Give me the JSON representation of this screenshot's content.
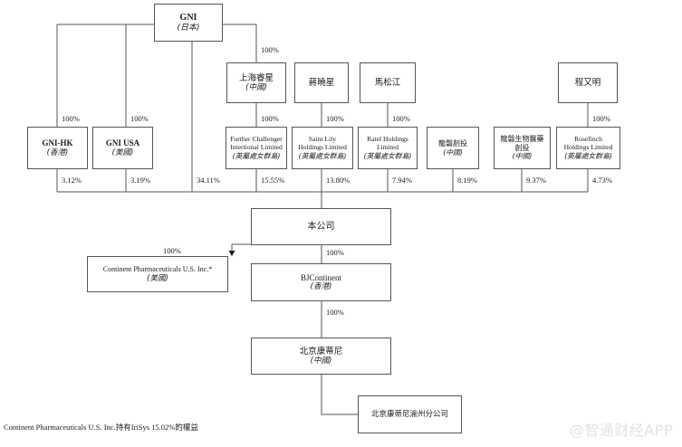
{
  "diagram": {
    "title": "Corporate shareholding structure chart",
    "line_color": "#55565a",
    "text_color": "#1b1b1b",
    "background": "#ffffff"
  },
  "nodes": {
    "gni": {
      "name": "GNI",
      "location": "(日本)"
    },
    "gni_hk": {
      "name": "GNI-HK",
      "location": "(香港)"
    },
    "gni_usa": {
      "name": "GNI USA",
      "location": "(美國)"
    },
    "shanghai_ruixing": {
      "name": "上海睿星",
      "location": "(中國)"
    },
    "jiang_xiaoxing": {
      "name": "蔣曉星",
      "location": ""
    },
    "ma_songjiang": {
      "name": "馬松江",
      "location": ""
    },
    "cheng_youming": {
      "name": "程又明",
      "location": ""
    },
    "further_challenger": {
      "line1": "Further Challenger",
      "line2": "Intertional Limited",
      "location": "(英屬處女群島)"
    },
    "saint_lily": {
      "line1": "Saint Lily",
      "line2": "Holdings Limited",
      "location": "(英屬處女群島)"
    },
    "ratel": {
      "line1": "Ratel Holdings",
      "line2": "Limited",
      "location": "(英屬處女群島)"
    },
    "longpan_chuangtou": {
      "name": "龍磐創投",
      "location": "(中國)"
    },
    "longpan_bio": {
      "line1": "龍磐生物醫藥",
      "line2": "創投",
      "location": "(中國)"
    },
    "rosefinch": {
      "line1": "Rosefinch",
      "line2": "Holdings Limited",
      "location": "(英屬處女群島)"
    },
    "company": {
      "name": "本公司",
      "location": ""
    },
    "continent_us": {
      "name": "Continent Pharmaceuticals U.S. Inc.*",
      "location": "(美國)"
    },
    "bjcontinent": {
      "name": "BJContinent",
      "location": "(香港)"
    },
    "beijing_kangdini": {
      "name": "北京康蒂尼",
      "location": "(中國)"
    },
    "beijing_kangdini_yuzhou": {
      "name": "北京康蒂尼渝州分公司",
      "location": ""
    }
  },
  "edge_labels": {
    "gni_to_shanghai": "100%",
    "gni_to_gni_hk": "100%",
    "gni_to_gni_usa": "100%",
    "shanghai_to_further": "100%",
    "jiang_to_saintlily": "100%",
    "ma_to_ratel": "100%",
    "cheng_to_rosefinch": "100%",
    "gni_hk_share": "3.12%",
    "gni_usa_share": "3.19%",
    "gni_share": "34.11%",
    "further_share": "15.55%",
    "saintlily_share": "13.80%",
    "ratel_share": "7.94%",
    "longpan_share": "8.19%",
    "longpan_bio_share": "9.37%",
    "rosefinch_share": "4.73%",
    "company_to_continent": "100%",
    "company_to_bjcontinent": "100%",
    "bjcontinent_to_kangdini": "100%"
  },
  "footnote": "Continent Pharmaceuticals U.S. Inc.持有IriSys 15.02%的權益",
  "watermark": "@智通财经APP"
}
